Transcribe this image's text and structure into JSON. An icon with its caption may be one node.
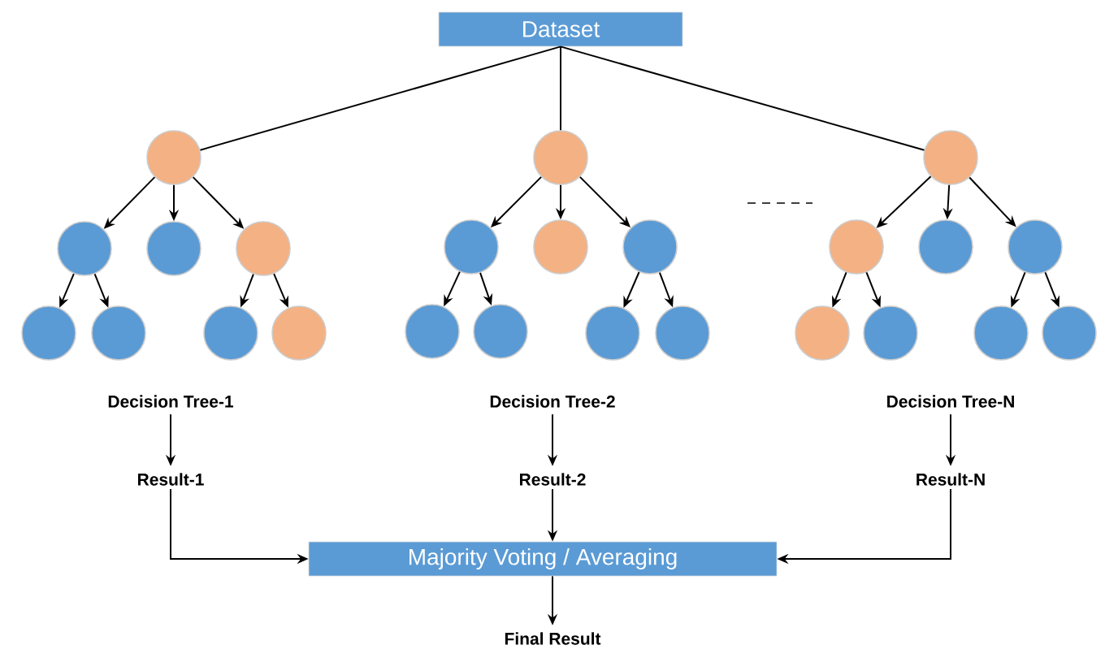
{
  "diagram": {
    "nodes": [
      {
        "text": [
          "Dataset"
        ]
      },
      {
        "text": [],
        "shape": "circle"
      },
      {
        "text": [],
        "shape": "circle"
      },
      {
        "text": [],
        "shape": "circle"
      },
      {
        "text": [],
        "shape": "circle"
      },
      {
        "text": [],
        "shape": "circle"
      },
      {
        "text": [],
        "shape": "circle"
      },
      {
        "text": [],
        "shape": "circle"
      },
      {
        "text": [],
        "shape": "circle"
      },
      {
        "text": [],
        "shape": "circle"
      },
      {
        "text": [],
        "shape": "circle"
      },
      {
        "text": [],
        "shape": "circle"
      },
      {
        "text": [],
        "shape": "circle"
      },
      {
        "text": [],
        "shape": "circle"
      },
      {
        "text": [],
        "shape": "circle"
      },
      {
        "text": [],
        "shape": "circle"
      },
      {
        "text": [],
        "shape": "circle"
      },
      {
        "text": [],
        "shape": "circle"
      },
      {
        "text": [],
        "shape": "circle"
      },
      {
        "text": [],
        "shape": "circle"
      },
      {
        "text": [],
        "shape": "circle"
      },
      {
        "text": [],
        "shape": "circle"
      },
      {
        "text": [],
        "shape": "circle"
      },
      {
        "text": [],
        "shape": "circle"
      },
      {
        "text": [],
        "shape": "circle"
      },
      {
        "text": [
          "Decision Tree-1"
        ]
      },
      {
        "text": [
          "Decision Tree-2"
        ]
      },
      {
        "text": [
          "Decision Tree-N"
        ]
      },
      {
        "text": [
          "Result-1"
        ]
      },
      {
        "text": [
          "Result-2"
        ]
      },
      {
        "text": [
          "Result-N"
        ]
      },
      {
        "text": [
          "Majority Voting / Averaging"
        ]
      },
      {
        "text": [
          "Final Result"
        ]
      }
    ],
    "edges": [
      {
        "from": 0,
        "to": 1,
        "arrow": "none"
      },
      {
        "from": 0,
        "to": 9,
        "arrow": "none"
      },
      {
        "from": 0,
        "to": 17,
        "arrow": "none"
      },
      {
        "from": 1,
        "to": 2,
        "arrow": "to"
      },
      {
        "from": 1,
        "to": 3,
        "arrow": "to"
      },
      {
        "from": 1,
        "to": 4,
        "arrow": "to"
      },
      {
        "from": 2,
        "to": 5,
        "arrow": "to"
      },
      {
        "from": 2,
        "to": 6,
        "arrow": "to"
      },
      {
        "from": 4,
        "to": 7,
        "arrow": "to"
      },
      {
        "from": 4,
        "to": 8,
        "arrow": "to"
      },
      {
        "from": 9,
        "to": 10,
        "arrow": "to"
      },
      {
        "from": 9,
        "to": 11,
        "arrow": "to"
      },
      {
        "from": 9,
        "to": 12,
        "arrow": "to"
      },
      {
        "from": 10,
        "to": 13,
        "arrow": "to"
      },
      {
        "from": 10,
        "to": 14,
        "arrow": "to"
      },
      {
        "from": 12,
        "to": 15,
        "arrow": "to"
      },
      {
        "from": 12,
        "to": 16,
        "arrow": "to"
      },
      {
        "from": 17,
        "to": 18,
        "arrow": "to"
      },
      {
        "from": 17,
        "to": 19,
        "arrow": "to"
      },
      {
        "from": 17,
        "to": 20,
        "arrow": "to"
      },
      {
        "from": 18,
        "to": 21,
        "arrow": "to"
      },
      {
        "from": 18,
        "to": 22,
        "arrow": "to"
      },
      {
        "from": 20,
        "to": 23,
        "arrow": "to"
      },
      {
        "from": 20,
        "to": 24,
        "arrow": "to"
      },
      {
        "from": 25,
        "to": 28,
        "arrow": "to"
      },
      {
        "from": 26,
        "to": 29,
        "arrow": "to"
      },
      {
        "from": 27,
        "to": 30,
        "arrow": "to"
      },
      {
        "from": 28,
        "to": 31,
        "arrow": "to"
      },
      {
        "from": 29,
        "to": 31,
        "arrow": "to"
      },
      {
        "from": 30,
        "to": 31,
        "arrow": "to"
      },
      {
        "from": 31,
        "to": 32,
        "arrow": "to"
      }
    ]
  }
}
